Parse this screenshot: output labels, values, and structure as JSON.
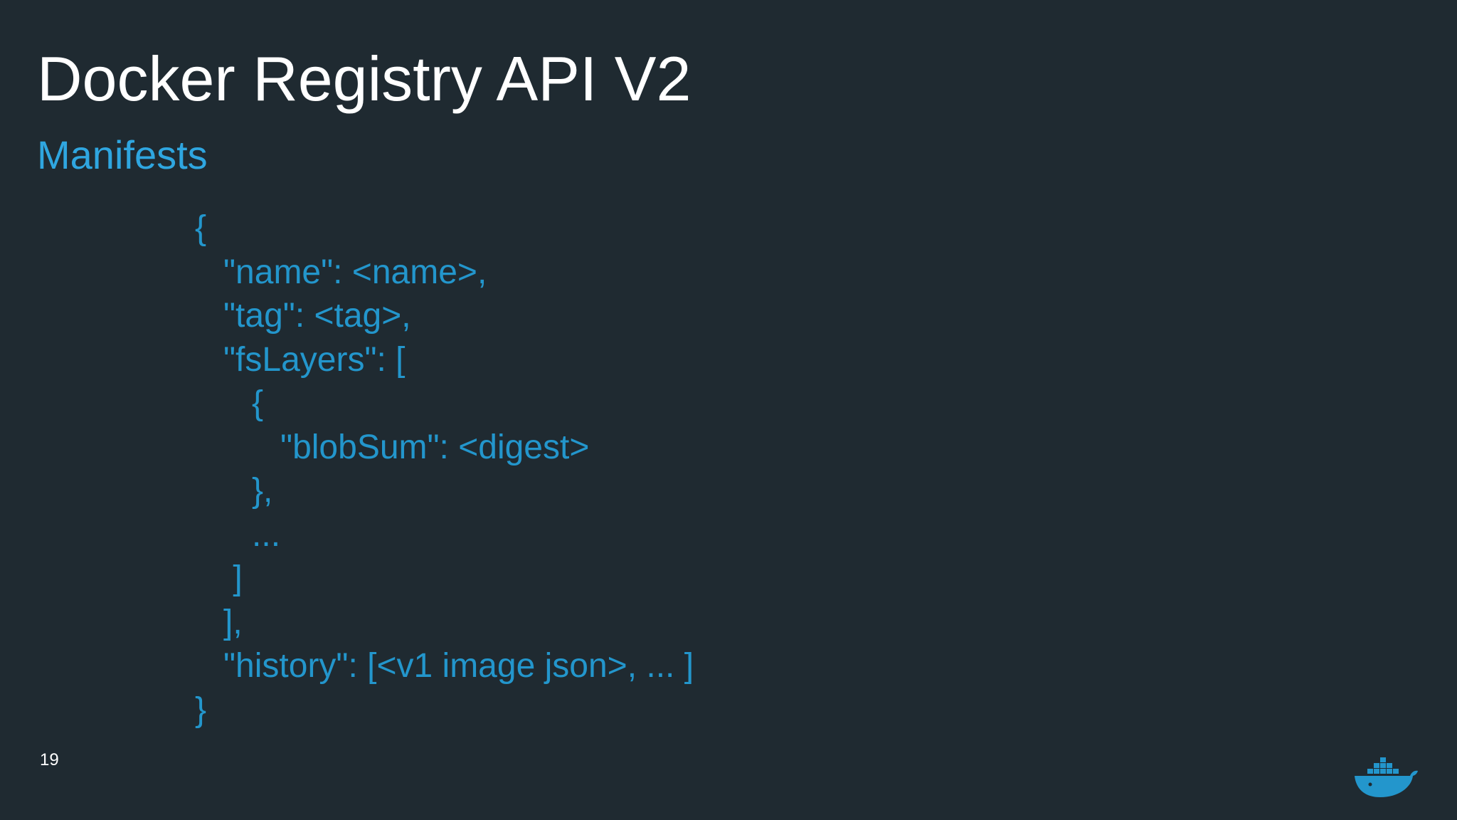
{
  "slide": {
    "title": "Docker Registry API V2",
    "subtitle": "Manifests",
    "page_number": "19",
    "code_lines": [
      "{",
      "   \"name\": <name>,",
      "   \"tag\": <tag>,",
      "   \"fsLayers\": [",
      "      {",
      "         \"blobSum\": <digest>",
      "      },",
      "      ...",
      "    ]",
      "   ],",
      "   \"history\": [<v1 image json>, ... ]",
      "}"
    ],
    "logo_icon": "docker-whale-icon"
  },
  "colors": {
    "background": "#1f2a31",
    "title": "#ffffff",
    "subtitle": "#2fa6e0",
    "code": "#2396cc",
    "logo": "#2396cc"
  }
}
